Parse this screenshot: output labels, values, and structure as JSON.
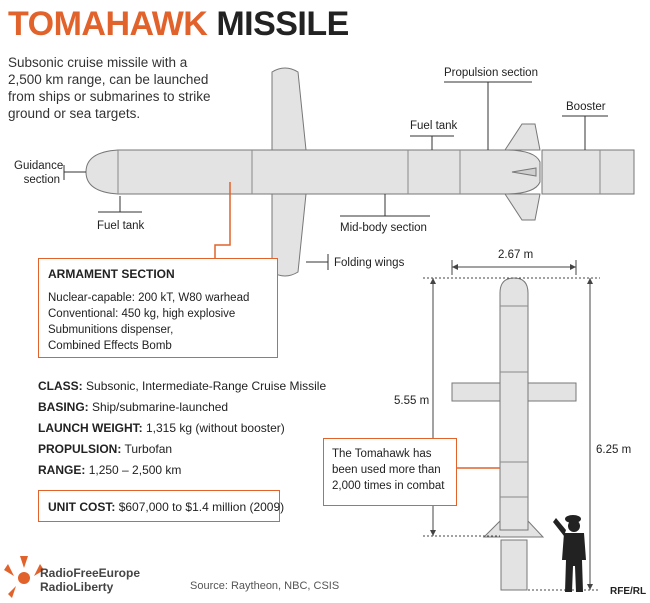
{
  "header": {
    "title_part1": "TOMAHAWK",
    "title_part2": "MISSILE",
    "intro_lines": [
      "Subsonic cruise missile with a",
      "2,500 km range, can be launched",
      "from ships or submarines to strike",
      "ground or sea targets."
    ]
  },
  "labels": {
    "guidance_line1": "Guidance",
    "guidance_line2": "section",
    "fuel_tank_front": "Fuel tank",
    "fuel_tank_rear": "Fuel tank",
    "propulsion": "Propulsion section",
    "booster": "Booster",
    "mid_body": "Mid-body section",
    "folding_wings": "Folding wings"
  },
  "armament": {
    "title": "ARMAMENT SECTION",
    "lines": [
      "Nuclear-capable: 200 kT, W80 warhead",
      "Conventional: 450 kg, high explosive",
      "Submunitions dispenser,",
      "Combined Effects Bomb"
    ]
  },
  "specs": [
    {
      "key": "CLASS:",
      "value": "Subsonic, Intermediate-Range Cruise Missile"
    },
    {
      "key": "BASING:",
      "value": "Ship/submarine-launched"
    },
    {
      "key": "LAUNCH WEIGHT:",
      "value": "1,315 kg (without booster)"
    },
    {
      "key": "PROPULSION:",
      "value": "Turbofan"
    },
    {
      "key": "RANGE:",
      "value": "1,250 – 2,500 km"
    }
  ],
  "cost": {
    "key": "UNIT COST:",
    "value": "$607,000 to $1.4 million (2009)"
  },
  "dimensions": {
    "wingspan": "2.67 m",
    "length_no_booster": "5.55 m",
    "length_total": "6.25 m"
  },
  "note": {
    "lines": [
      "The Tomahawk has",
      "been used more than",
      "2,000 times in combat"
    ]
  },
  "footer": {
    "logo_line1": "RadioFreeEurope",
    "logo_line2": "RadioLiberty",
    "source": "Source: Raytheon, NBC, CSIS",
    "corner": "RFE/RL"
  },
  "colors": {
    "accent": "#e2622b",
    "missile_fill": "#e3e3e3",
    "missile_stroke": "#777777",
    "soldier": "#222222"
  }
}
